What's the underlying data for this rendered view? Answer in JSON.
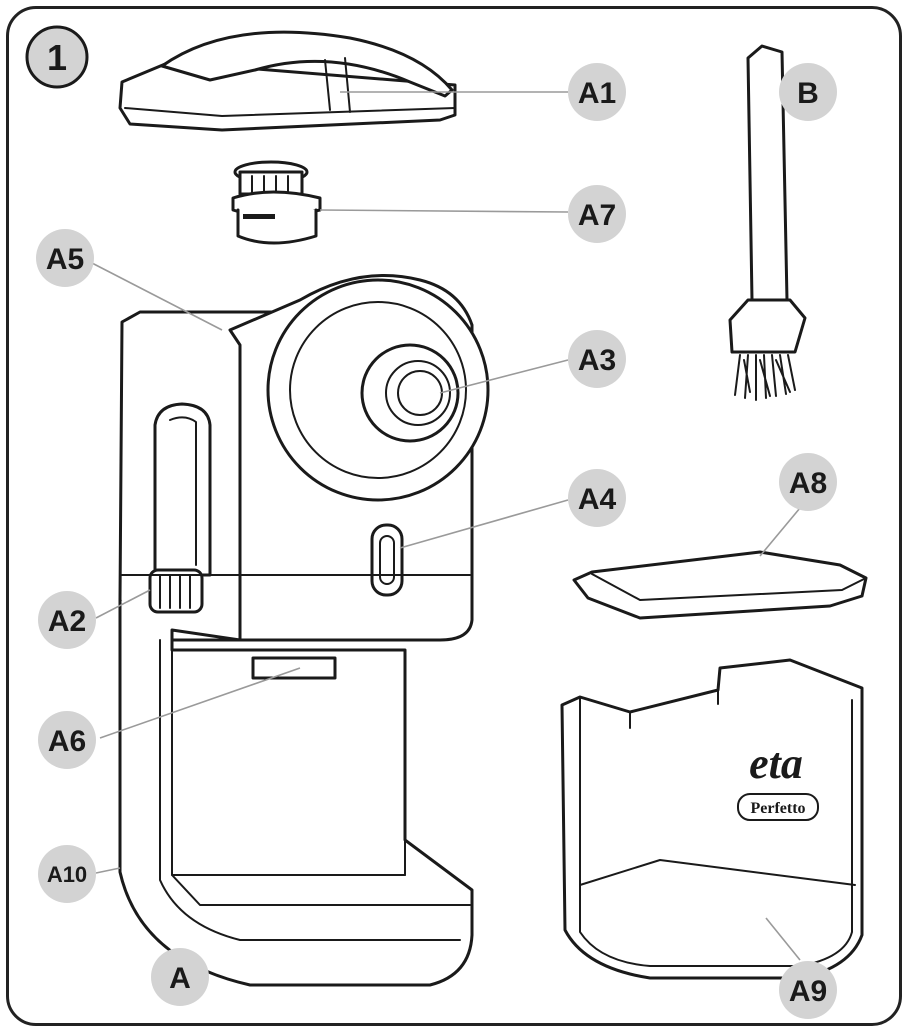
{
  "figure_number": "1",
  "brand": {
    "logo_text": "eta",
    "product_name": "Perfetto"
  },
  "labels": {
    "A": "A",
    "A1": "A1",
    "A2": "A2",
    "A3": "A3",
    "A4": "A4",
    "A5": "A5",
    "A6": "A6",
    "A7": "A7",
    "A8": "A8",
    "A9": "A9",
    "A10": "A10",
    "B": "B"
  },
  "colors": {
    "badge_fill": "#d3d3d3",
    "line": "#1a1a1a",
    "leader": "#9a9a9a"
  }
}
